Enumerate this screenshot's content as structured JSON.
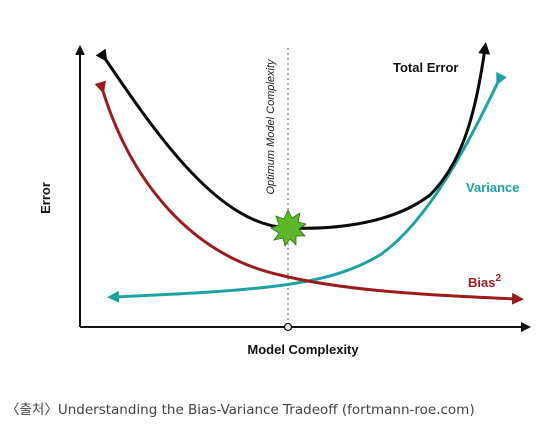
{
  "diagram": {
    "y_axis_label": "Error",
    "x_axis_label": "Model Complexity",
    "optimum_label": "Optimum Model Complexity",
    "curves": [
      {
        "id": "total-error",
        "label": "Total Error",
        "color": "#0b0b0b"
      },
      {
        "id": "variance",
        "label": "Variance",
        "color": "#1ea3a3"
      },
      {
        "id": "bias",
        "label": "Bias",
        "superscript": "2",
        "color": "#9c1c1c"
      }
    ],
    "optimum_marker_color": "#5cb82a"
  },
  "caption": "〈출처〉Understanding the Bias-Variance Tradeoff (fortmann-roe.com)"
}
